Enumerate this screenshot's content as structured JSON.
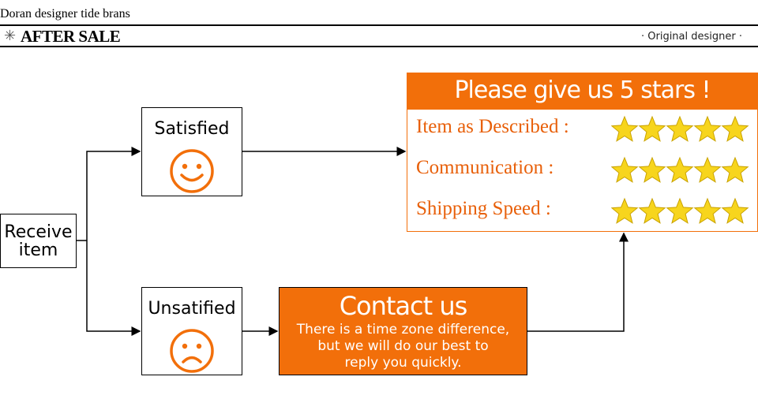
{
  "header": {
    "title": "Doran designer tide brans"
  },
  "banner": {
    "icon": "asterisk-icon",
    "title": "AFTER SALE",
    "right_text": "· Original  designer ·"
  },
  "flow": {
    "receive_line1": "Receive",
    "receive_line2": "item",
    "satisfied_label": "Satisfied",
    "unsatisfied_label": "Unsatified",
    "contact_title": "Contact us",
    "contact_line1": "There is a time zone difference,",
    "contact_line2": "but we will do our best to",
    "contact_line3": "reply you quickly."
  },
  "rating_panel": {
    "heading": "Please give us 5 stars  !",
    "rows": [
      {
        "label": "Item as Described :",
        "stars": 5
      },
      {
        "label": "Communication :",
        "stars": 5
      },
      {
        "label": "Shipping Speed :",
        "stars": 5
      }
    ]
  },
  "colors": {
    "accent": "#f26f0a",
    "star_fill": "#f7d51d",
    "star_edge": "#c9a200"
  }
}
